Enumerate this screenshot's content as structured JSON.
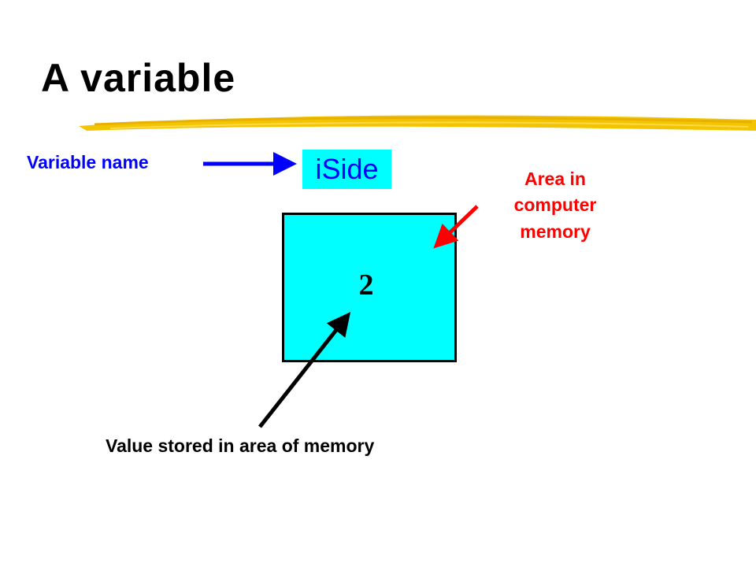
{
  "title": "A variable",
  "variable_label": "Variable name",
  "variable_name": "iSide",
  "stored_value": "2",
  "area_label": [
    "Area in",
    "computer",
    "memory"
  ],
  "value_label": "Value stored in area of memory",
  "colors": {
    "title": "#000000",
    "underline": "#f2c200",
    "variable_label": "#0000ff",
    "box_fill": "#00ffff",
    "area_label": "#ff0000",
    "value_label": "#000000"
  }
}
